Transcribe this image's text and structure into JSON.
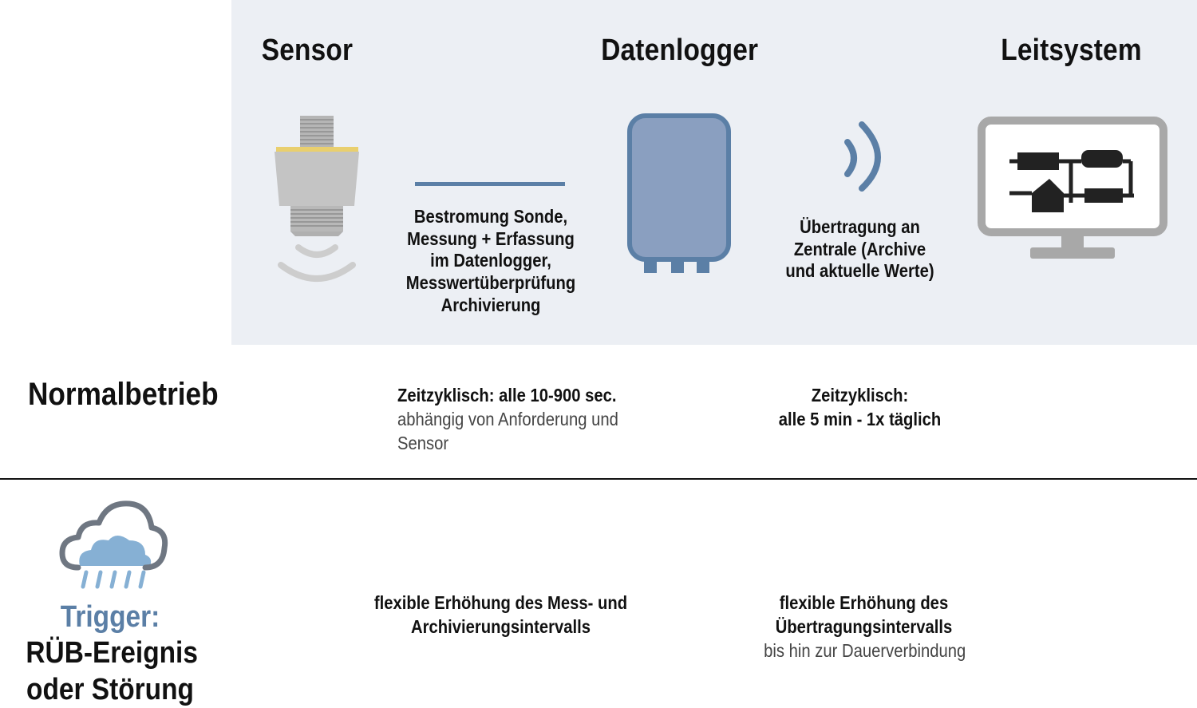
{
  "columns": {
    "sensor": "Sensor",
    "datalogger": "Datenlogger",
    "leitsystem": "Leitsystem"
  },
  "steps": {
    "sensor_to_logger": [
      "Bestromung Sonde,",
      "Messung + Erfassung",
      "im Datenlogger,",
      "Messwertüberprüfung",
      "Archivierung"
    ],
    "logger_to_system": [
      "Übertragung an",
      "Zentrale (Archive",
      "und aktuelle Werte)"
    ]
  },
  "normal": {
    "label": "Normalbetrieb",
    "left_bold": "Zeitzyklisch: alle 10-900 sec.",
    "left_line1": "abhängig von Anforderung und",
    "left_line2": "Sensor",
    "right_line1": "Zeitzyklisch:",
    "right_line2": "alle 5 min - 1x täglich"
  },
  "trigger": {
    "label": "Trigger:",
    "sub_line1": "RÜB-Ereignis",
    "sub_line2": "oder Störung",
    "left_line1": "flexible Erhöhung des Mess- und",
    "left_line2": "Archivierungsintervalls",
    "right_line1": "flexible Erhöhung des",
    "right_line2": "Übertragungsintervalls",
    "right_line3": "bis hin zur Dauerverbindung"
  },
  "colors": {
    "panel_bg": "#eceff4",
    "accent_blue": "#5b7fa6",
    "logger_fill": "#8a9fc0",
    "sensor_gray": "#c4c4c4",
    "monitor_gray": "#a8a8a8"
  },
  "icons": [
    "sensor-icon",
    "datalogger-icon",
    "wireless-signal-icon",
    "monitor-icon",
    "rain-cloud-icon"
  ]
}
